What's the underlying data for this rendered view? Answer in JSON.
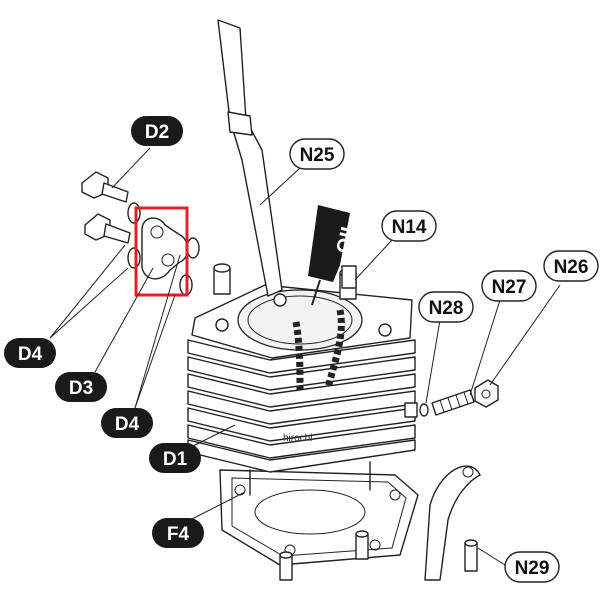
{
  "diagram": {
    "labels": {
      "D2": "D2",
      "D4a": "D4",
      "D3": "D3",
      "D4b": "D4",
      "D1": "D1",
      "F4": "F4",
      "N25": "N25",
      "N14": "N14",
      "N26": "N26",
      "N27": "N27",
      "N28": "N28",
      "N29": "N29"
    },
    "oil_marking": "OIL",
    "watermark": "hirochi",
    "highlight_color": "#e0202a",
    "dark_label_color": "#1a1a1a",
    "line_color": "#222222"
  }
}
